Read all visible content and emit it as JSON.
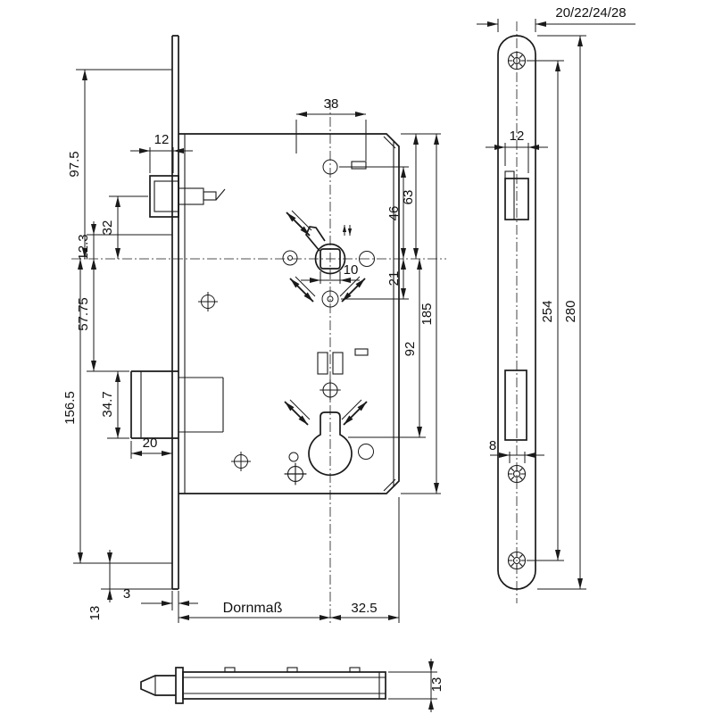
{
  "title": "Mortise lock technical drawing",
  "front_view": {
    "dim_top_width": "38",
    "dim_latch_height": "12",
    "dim_top_to_axis": "97.5",
    "dim_latch_to_axis": "32",
    "dim_12_3": "12.3",
    "dim_57_75": "57.75",
    "dim_axis_to_bottom_screw": "156.5",
    "dim_bolt_height": "34.7",
    "dim_bolt_throw": "20",
    "dim_screw_to_end": "13",
    "dim_plate_thickness": "3",
    "backset_label": "Dornmaß",
    "dim_axis_to_back": "32.5",
    "dim_square": "10",
    "dim_axis_to_hole_below": "21",
    "dim_hole_to_axis": "46",
    "dim_case_top_to_axis": "63",
    "dim_axis_to_cylinder": "92",
    "dim_case_height": "185"
  },
  "faceplate_view": {
    "dim_width_options": "20/22/24/28",
    "dim_latch_cutout": "12",
    "dim_screw_slot": "8",
    "dim_screw_spacing": "254",
    "dim_plate_length": "280"
  },
  "top_view": {
    "dim_case_depth": "13"
  }
}
